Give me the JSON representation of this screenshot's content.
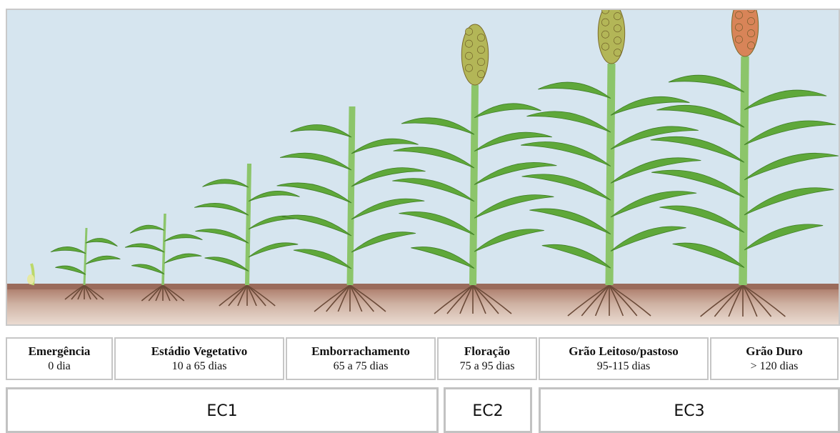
{
  "stages": [
    {
      "name": "Emergência",
      "days": "0 dia"
    },
    {
      "name": "Estádio Vegetativo",
      "days": "10 a 65 dias"
    },
    {
      "name": "Emborrachamento",
      "days": "65 a 75 dias"
    },
    {
      "name": "Floração",
      "days": "75 a 95 dias"
    },
    {
      "name": "Grão Leitoso/pastoso",
      "days": "95-115 dias"
    },
    {
      "name": "Grão Duro",
      "days": "> 120 dias"
    }
  ],
  "phases": [
    {
      "label": "EC1"
    },
    {
      "label": "EC2"
    },
    {
      "label": "EC3"
    }
  ],
  "colors": {
    "sky": "#d6e5ef",
    "soil": "#9a6b5b",
    "leaf": "#5fa83a",
    "stem": "#8cc56a",
    "panicle_green": "#b3b657",
    "panicle_ripe": "#d88458"
  }
}
